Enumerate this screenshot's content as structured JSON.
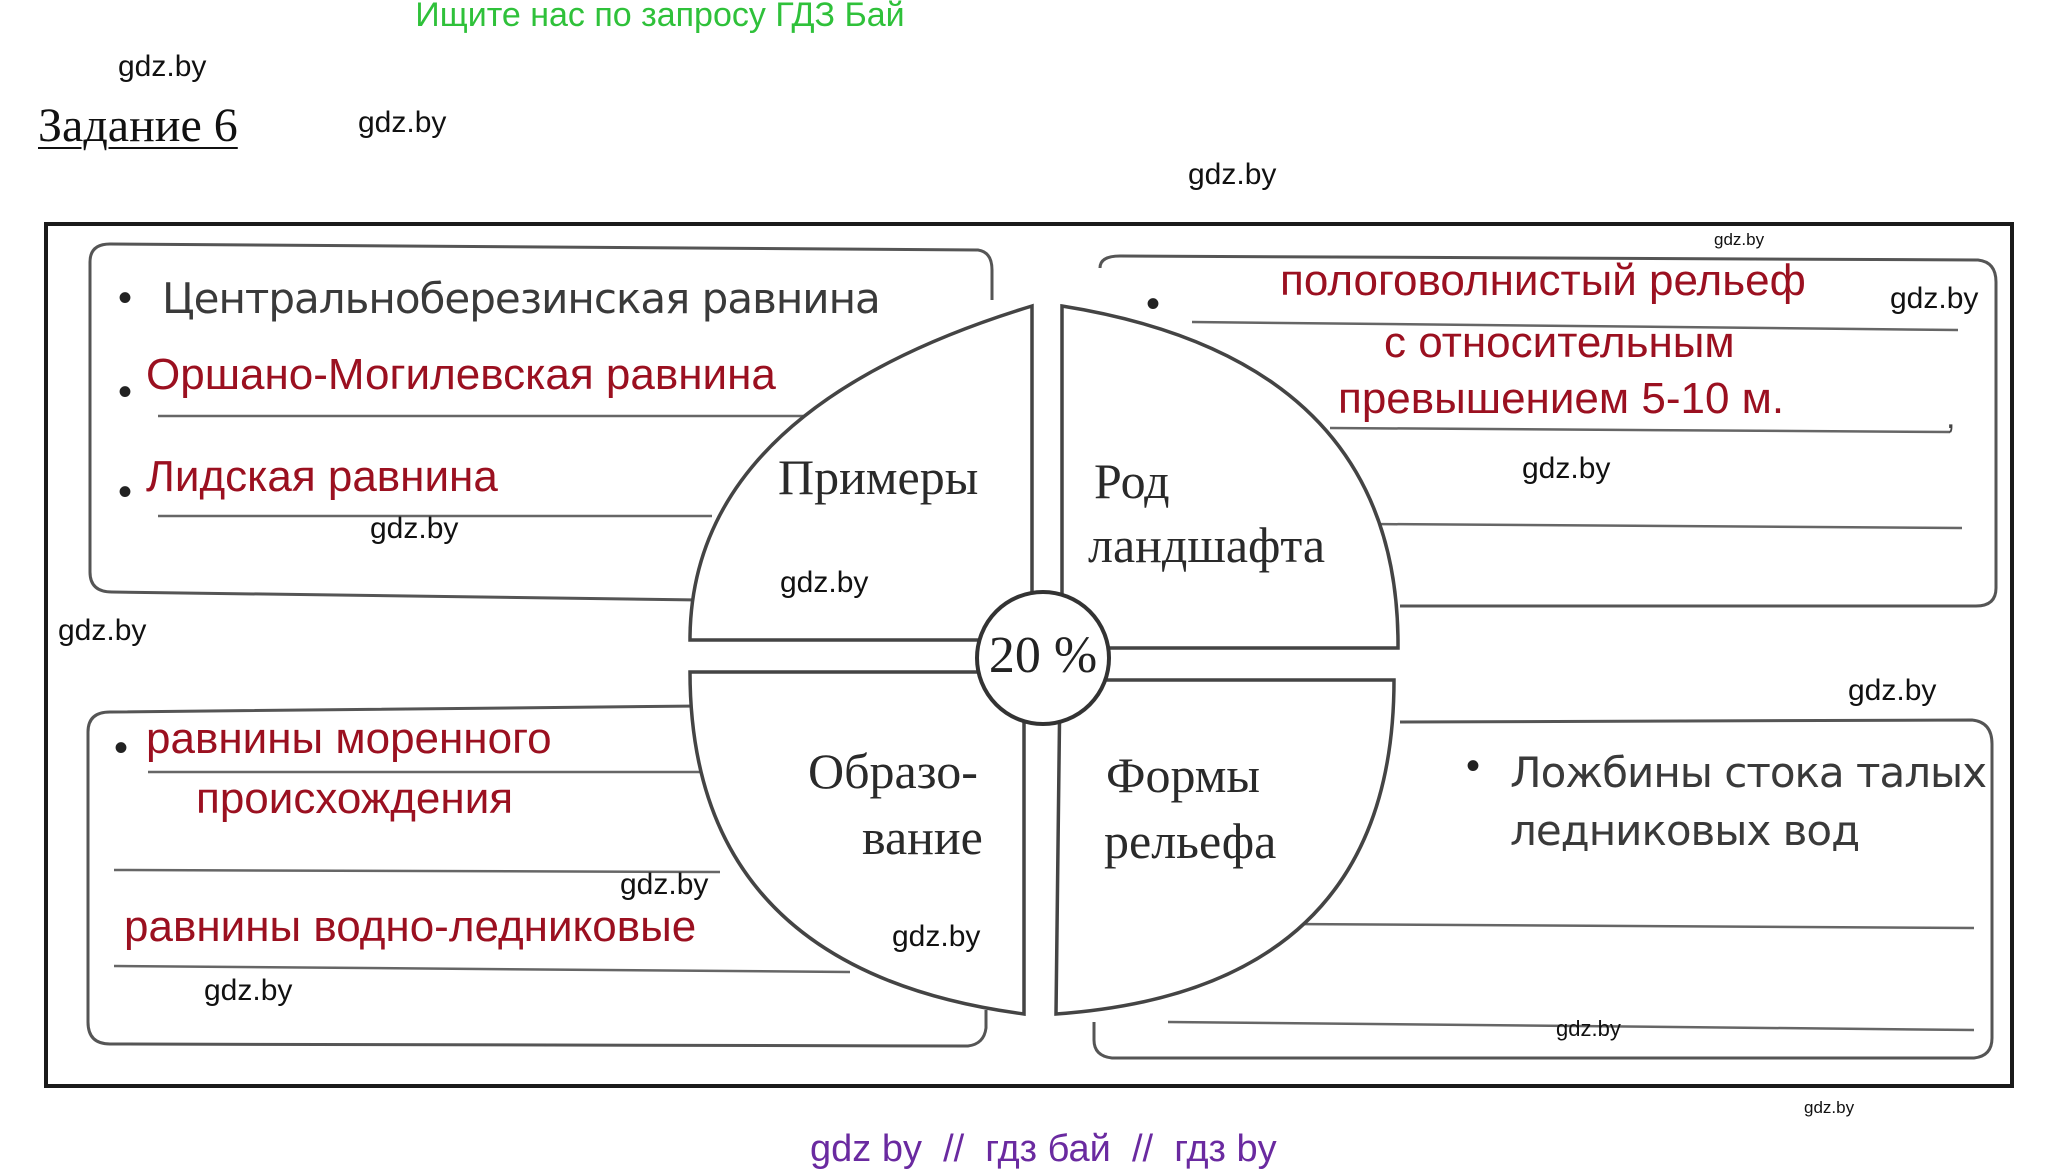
{
  "header": {
    "search_banner": "Ищите нас по запросу ГДЗ Бай",
    "task_title": "Задание 6"
  },
  "watermark": "gdz.by",
  "footer": {
    "banner": "gdz by  //  гдз бай  //  гдз by"
  },
  "diagram": {
    "center_label": "20 %",
    "quadrants": {
      "top_left": "Примеры",
      "top_right_line1": "Род",
      "top_right_line2": "ландшафта",
      "bottom_left_line1": "Образо-",
      "bottom_left_line2": "вание",
      "bottom_right_line1": "Формы",
      "bottom_right_line2": "рельефа"
    },
    "examples": {
      "printed_item": "Центральноберезинская равнина",
      "answer_1": "Оршано-Могилевская равнина",
      "answer_2": "Лидская равнина"
    },
    "landscape_type": {
      "answer_line1": "пологоволнистый рельеф",
      "answer_line2": "с относительным",
      "answer_line3": "превышением 5-10 м.",
      "trailing_comma": ","
    },
    "formation": {
      "answer_1_line1": "равнины моренного",
      "answer_1_line2": "происхождения",
      "answer_2": "равнины водно-ледниковые"
    },
    "relief_forms": {
      "printed_item_line1": "Ложбины стока талых",
      "printed_item_line2": "ледниковых вод"
    },
    "bullet_symbol": "•"
  },
  "colors": {
    "banner_green": "#2fc13a",
    "answer_red": "#9b1020",
    "footer_purple": "#6a2aa0"
  }
}
